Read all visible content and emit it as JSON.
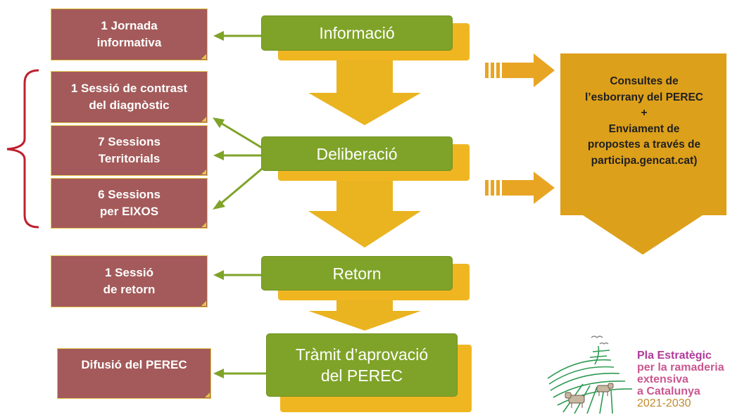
{
  "stages": [
    {
      "lines": [
        "Informació"
      ]
    },
    {
      "lines": [
        "Deliberació"
      ]
    },
    {
      "lines": [
        "Retorn"
      ]
    },
    {
      "lines": [
        "Tràmit d’aprovació",
        "del  PEREC"
      ]
    }
  ],
  "activities": [
    {
      "lines": [
        "1 Jornada",
        "informativa"
      ]
    },
    {
      "lines": [
        "1 Sessió  de contrast",
        "del diagnòstic"
      ]
    },
    {
      "lines": [
        "7 Sessions",
        "Territorials"
      ]
    },
    {
      "lines": [
        "6 Sessions",
        "per EIXOS"
      ]
    },
    {
      "lines": [
        "1 Sessió",
        "de retorn"
      ]
    },
    {
      "lines": [
        "Difusió del PEREC"
      ]
    }
  ],
  "consultation": {
    "lines": [
      "Consultes de",
      "l’esborrany del PEREC",
      "+",
      "Enviament de",
      "propostes a través de",
      "participa.gencat.cat)"
    ]
  },
  "logo": {
    "lines": [
      "Pla Estratègic",
      "per la ramaderia",
      "extensiva",
      "a Catalunya",
      "2021-2030"
    ]
  },
  "colors": {
    "stage_green": "#7fa328",
    "stage_shadow": "#f0b622",
    "activity_box": "#a45a5a",
    "arrow_gold": "#e8b21e",
    "consult_gold": "#dda01a",
    "bracket_red": "#c0202e",
    "connector_green": "#7fa328"
  }
}
